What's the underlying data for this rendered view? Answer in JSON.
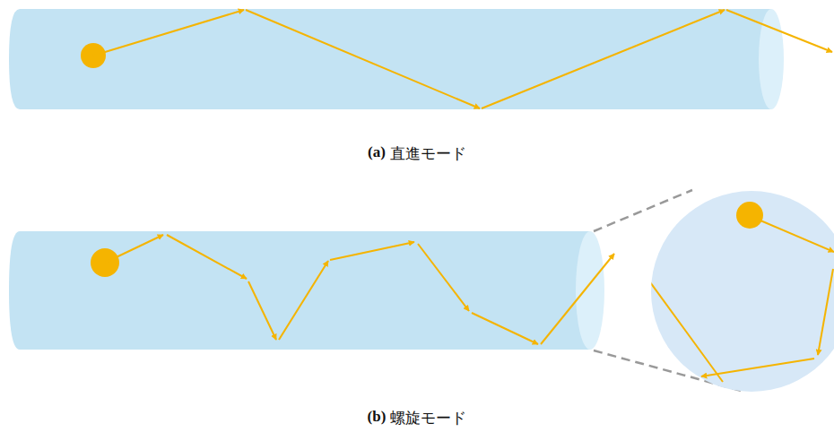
{
  "diagram": {
    "labels": [
      "(a)",
      "直進モード",
      "(b)",
      "螺旋モード"
    ]
  }
}
